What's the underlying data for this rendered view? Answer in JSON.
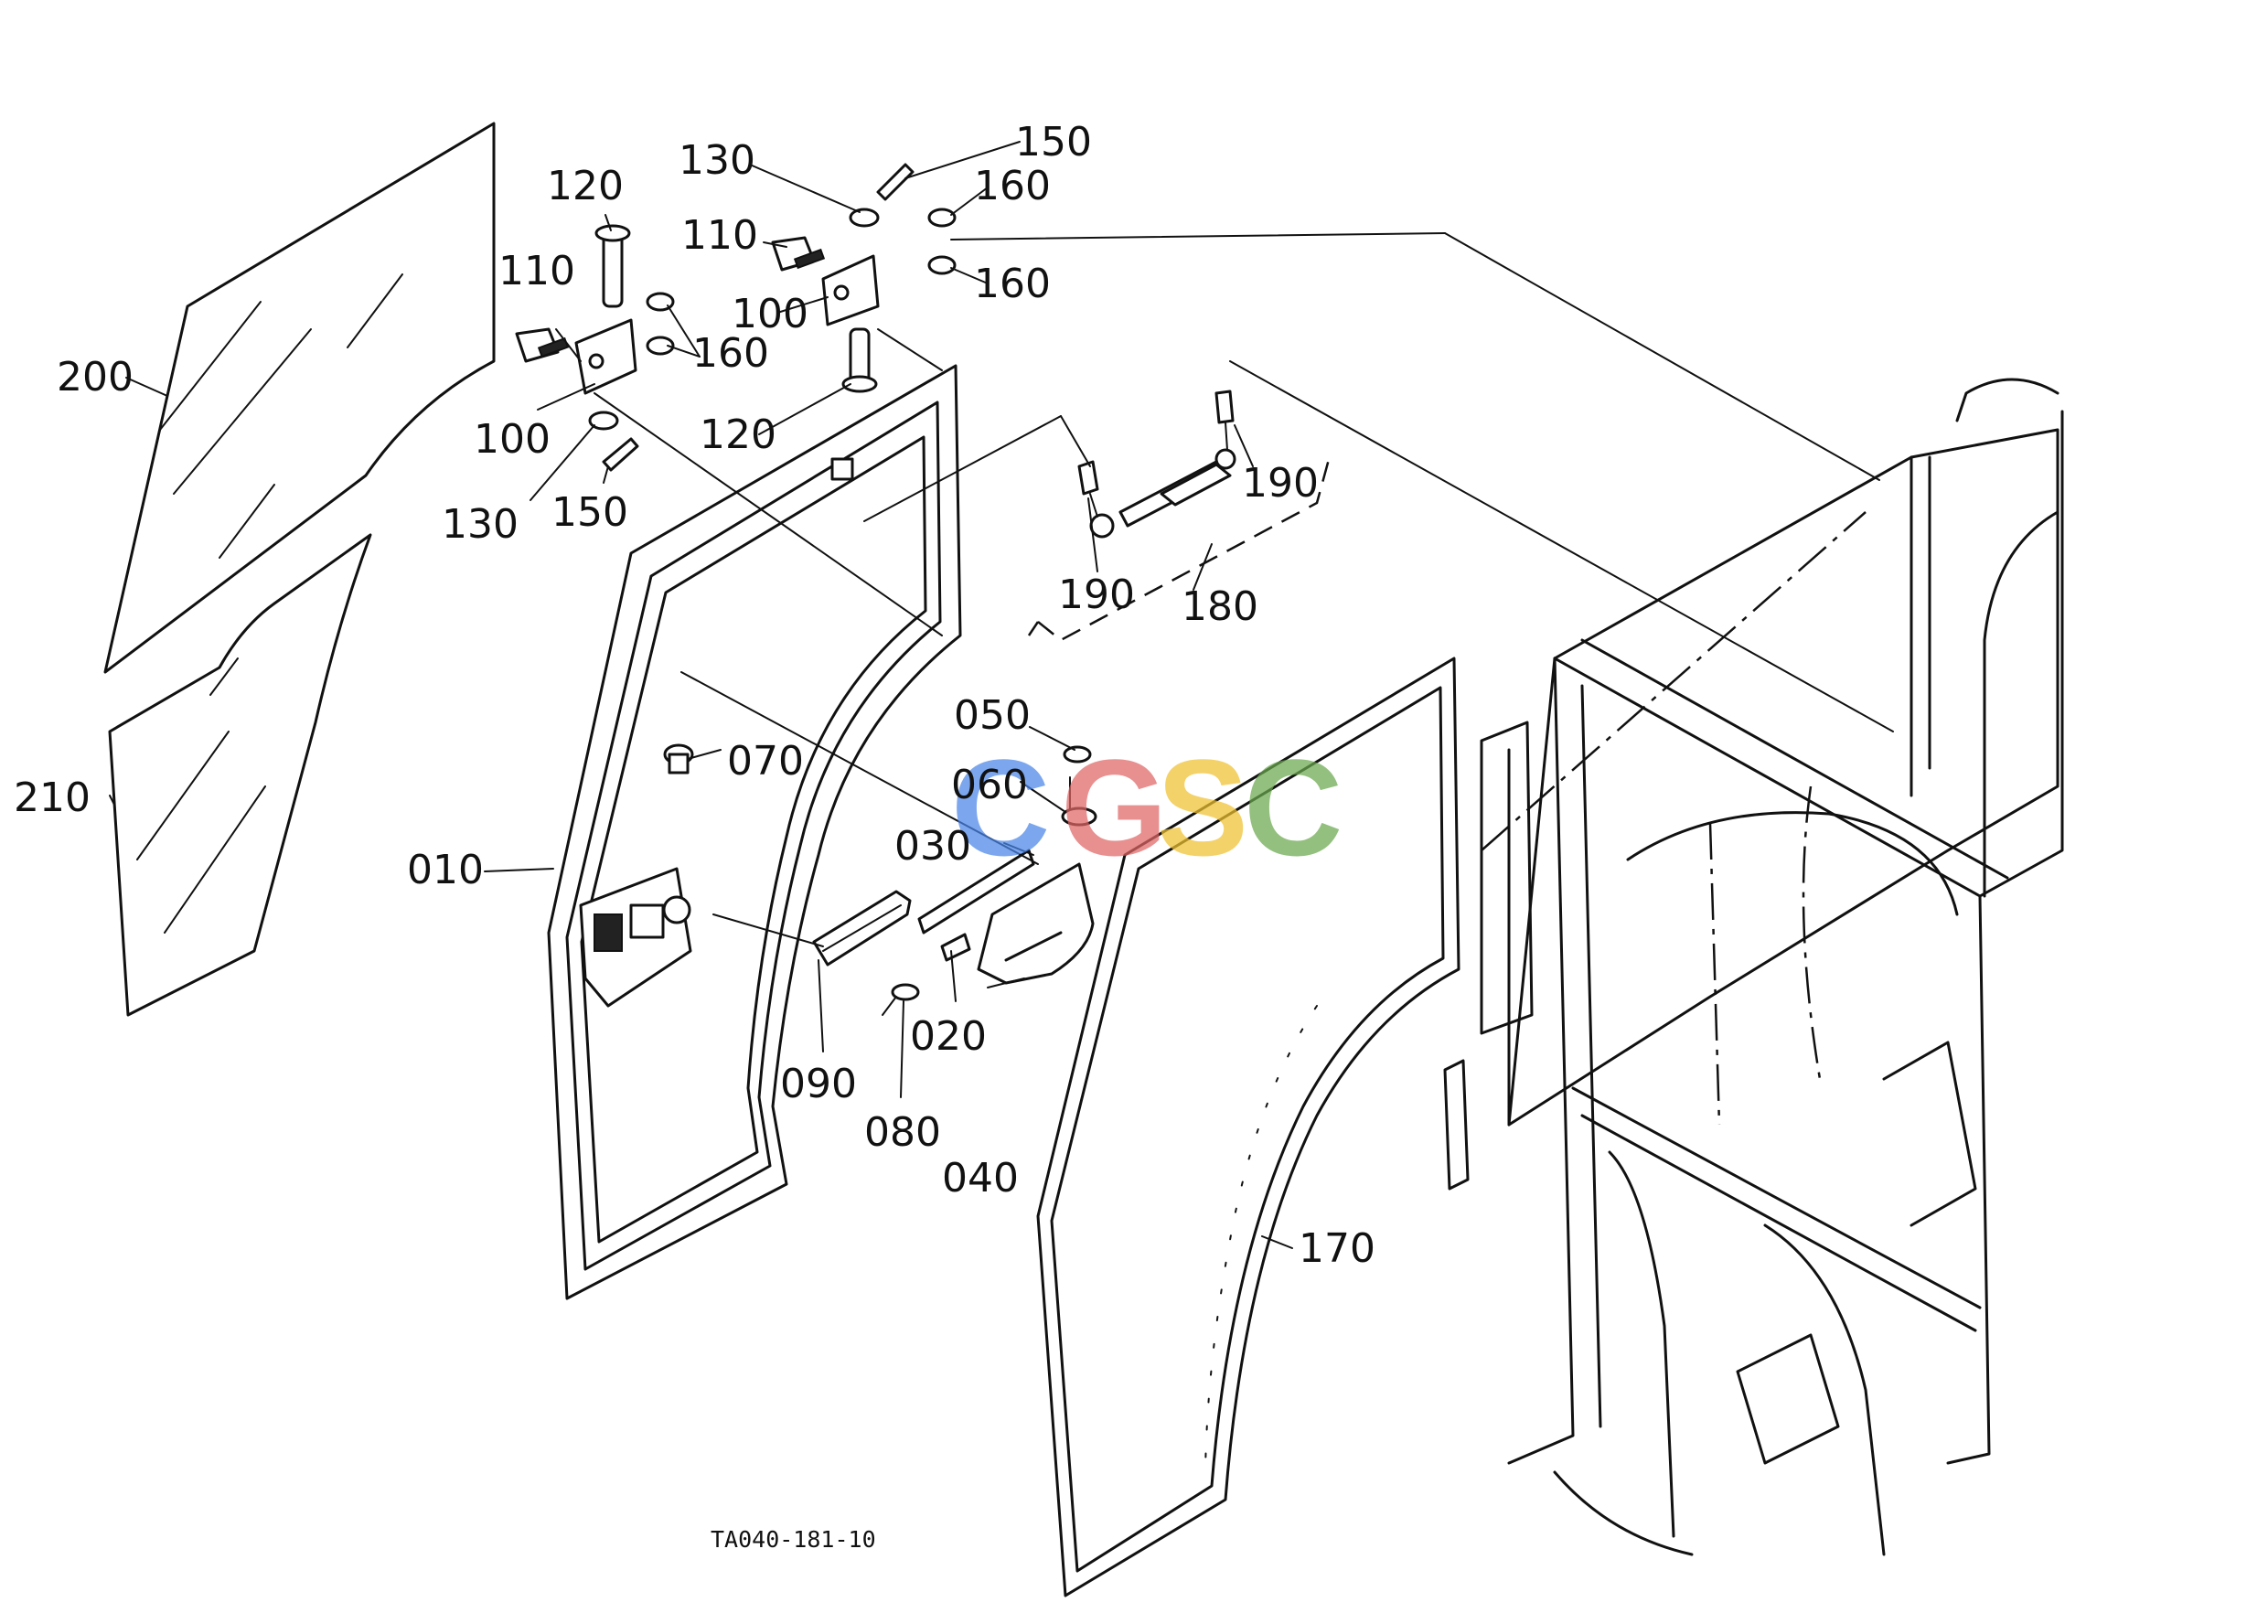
{
  "diagram": {
    "labels": {
      "p200": "200",
      "p210": "210",
      "p010": "010",
      "p020": "020",
      "p030": "030",
      "p040": "040",
      "p050": "050",
      "p060": "060",
      "p070": "070",
      "p080": "080",
      "p090": "090",
      "p100_left": "100",
      "p100_right": "100",
      "p110_left": "110",
      "p110_right": "110",
      "p120_top": "120",
      "p120_bottom": "120",
      "p130_top": "130",
      "p130_bottom": "130",
      "p150_top": "150",
      "p150_bottom": "150",
      "p160_a": "160",
      "p160_b": "160",
      "p160_c": "160",
      "p170": "170",
      "p180": "180",
      "p190_left": "190",
      "p190_right": "190"
    },
    "figure_code": "TA040-181-10",
    "watermark": {
      "letters": [
        "C",
        "G",
        "S",
        "C"
      ],
      "colors": [
        "#4a86e8",
        "#e06666",
        "#f1c232",
        "#6aa84f"
      ]
    }
  }
}
